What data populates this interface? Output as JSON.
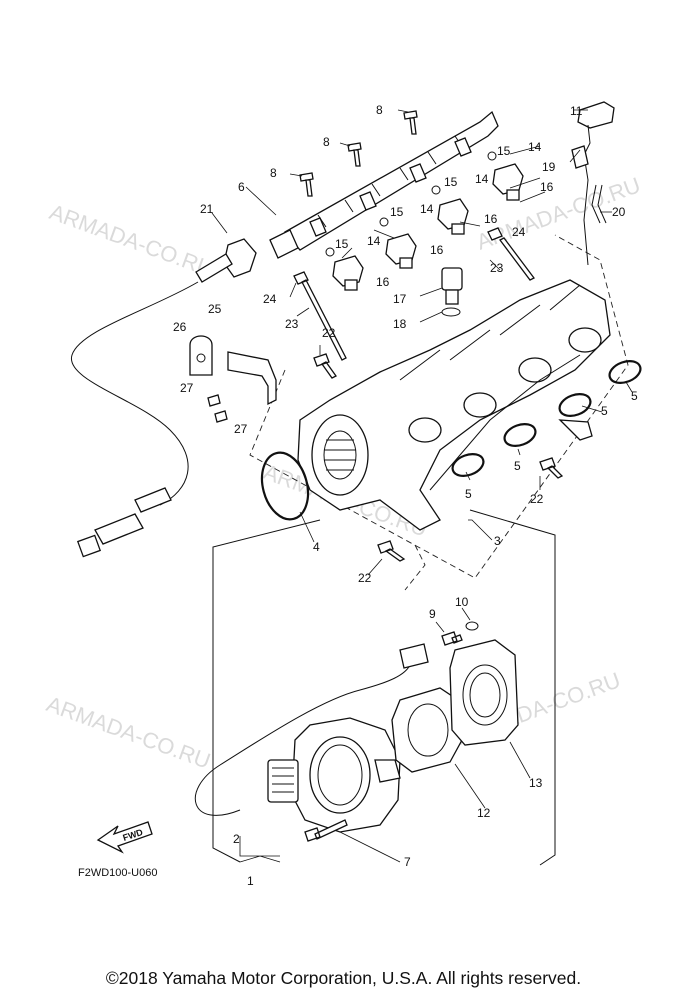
{
  "watermark": "ARMADA-CO.RU",
  "diagram_code": "F2WD100-U060",
  "fwd_label": "FWD",
  "copyright": "©2018 Yamaha Motor Corporation, U.S.A. All rights reserved.",
  "callouts": [
    "1",
    "2",
    "3",
    "4",
    "5",
    "6",
    "7",
    "8",
    "9",
    "10",
    "11",
    "12",
    "13",
    "14",
    "15",
    "16",
    "17",
    "18",
    "19",
    "20",
    "21",
    "22",
    "23",
    "24",
    "25",
    "26",
    "27"
  ]
}
